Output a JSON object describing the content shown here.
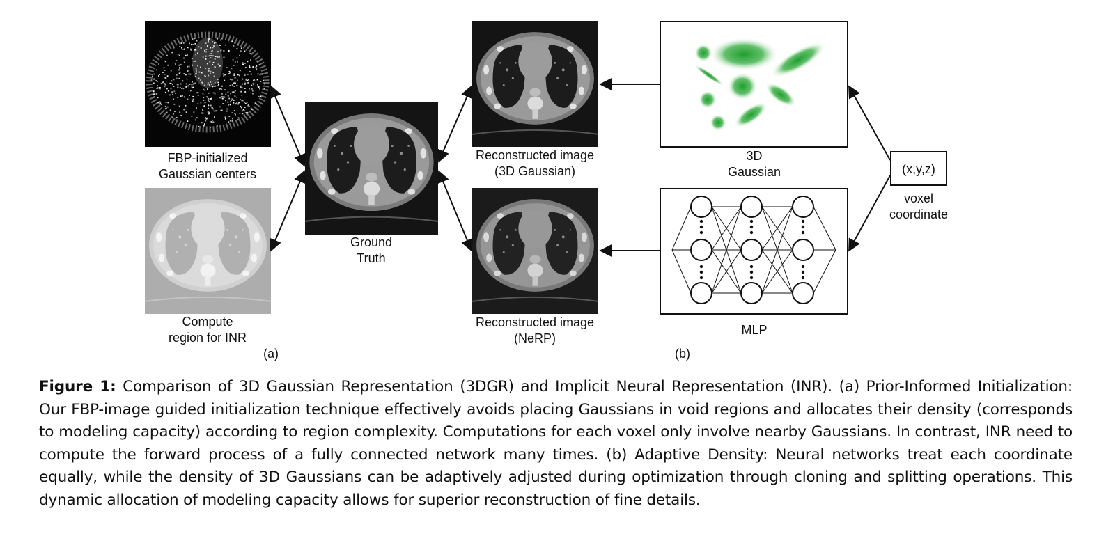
{
  "figure": {
    "labels": {
      "fbp_line1": "FBP-initialized",
      "fbp_line2": "Gaussian centers",
      "compute_line1": "Compute",
      "compute_line2": "region for INR",
      "gt_line1": "Ground",
      "gt_line2": "Truth",
      "rec3dg_line1": "Reconstructed image",
      "rec3dg_line2": "(3D Gaussian)",
      "recnerp_line1": "Reconstructed image",
      "recnerp_line2": "(NeRP)",
      "g3d_line1": "3D",
      "g3d_line2": "Gaussian",
      "mlp": "MLP",
      "xyz": "(x,y,z)",
      "voxel_line1": "voxel",
      "voxel_line2": "coordinate",
      "panel_a": "(a)",
      "panel_b": "(b)"
    },
    "colors": {
      "gaussian_green": "#1f9e2f",
      "ct_dark": "#141414",
      "ct_tissue": "#8c8c8c",
      "ct_bone": "#d8d8d8"
    }
  },
  "caption": {
    "prefix": "Figure 1:",
    "text": "Comparison of 3D Gaussian Representation (3DGR) and Implicit Neural Representation (INR). (a) Prior-Informed Initialization: Our FBP-image guided initialization technique effectively avoids placing Gaussians in void regions and allocates their density (corresponds to modeling capacity) according to region complexity. Computations for each voxel only involve nearby Gaussians. In contrast, INR need to compute the forward process of a fully connected network many times. (b) Adaptive Density: Neural networks treat each coordinate equally, while the density of 3D Gaussians can be adaptively adjusted during optimization through cloning and splitting operations. This dynamic allocation of modeling capacity allows for superior reconstruction of fine details."
  }
}
